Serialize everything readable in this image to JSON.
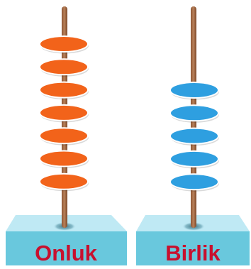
{
  "abacus": {
    "columns": [
      {
        "label": "Onluk",
        "bead_count": 7,
        "bead_color": "#F2631A",
        "label_color": "#C8102E"
      },
      {
        "label": "Birlik",
        "bead_count": 5,
        "bead_color": "#2E9FE0",
        "label_color": "#C8102E"
      }
    ],
    "rod_color": "#A0673F",
    "base_top_color": "#BFE9F4",
    "base_front_color": "#69C8DD"
  }
}
